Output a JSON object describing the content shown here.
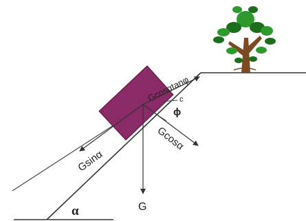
{
  "labels": {
    "g": "G",
    "g_sin": "Gsinα",
    "g_cos": "Gcosα",
    "g_cos_tan": "Gcosαtanφ",
    "alpha": "α",
    "phi": "ϕ",
    "c": "c"
  },
  "colors": {
    "block": "#8a2a66",
    "block_edge": "#5a1440",
    "line": "#333333",
    "leaf": "#2e9a2e",
    "leaf_dark": "#1c6e1c",
    "trunk": "#7a4a22"
  },
  "icons": {
    "tree": "tree-icon"
  }
}
